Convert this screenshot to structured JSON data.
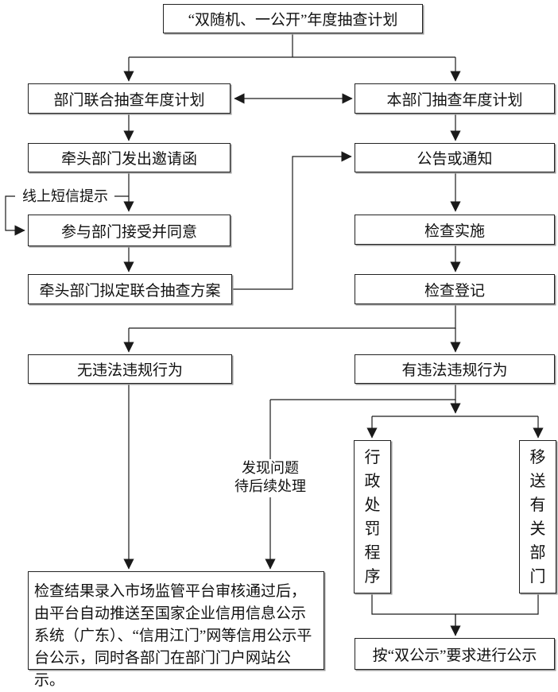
{
  "boxes": {
    "top": "“双随机、一公开”年度抽查计划",
    "joint_plan": "部门联合抽查年度计划",
    "own_plan": "本部门抽查年度计划",
    "invite": "牵头部门发出邀请函",
    "notice": "公告或通知",
    "accept": "参与部门接受并同意",
    "implement": "检查实施",
    "draft": "牵头部门拟定联合抽查方案",
    "register": "检查登记",
    "no_violation": "无违法违规行为",
    "violation": "有违法违规行为",
    "penalty": "行政处罚程序",
    "transfer": "移送有关部门",
    "result_publicity": "检查结果录入市场监管平台审核通过后，由平台自动推送至国家企业信用信息公示系统（广东）、“信用江门”网等信用公示平台公示，同时各部门在部门门户网站公示。",
    "double_publicity": "按“双公示”要求进行公示"
  },
  "labels": {
    "sms": "线上短信提示",
    "followup_line1": "发现问题",
    "followup_line2": "待后续处理"
  },
  "colors": {
    "line": "#1a1a1a",
    "box_border": "#222222",
    "background": "#ffffff",
    "text": "#111111"
  }
}
